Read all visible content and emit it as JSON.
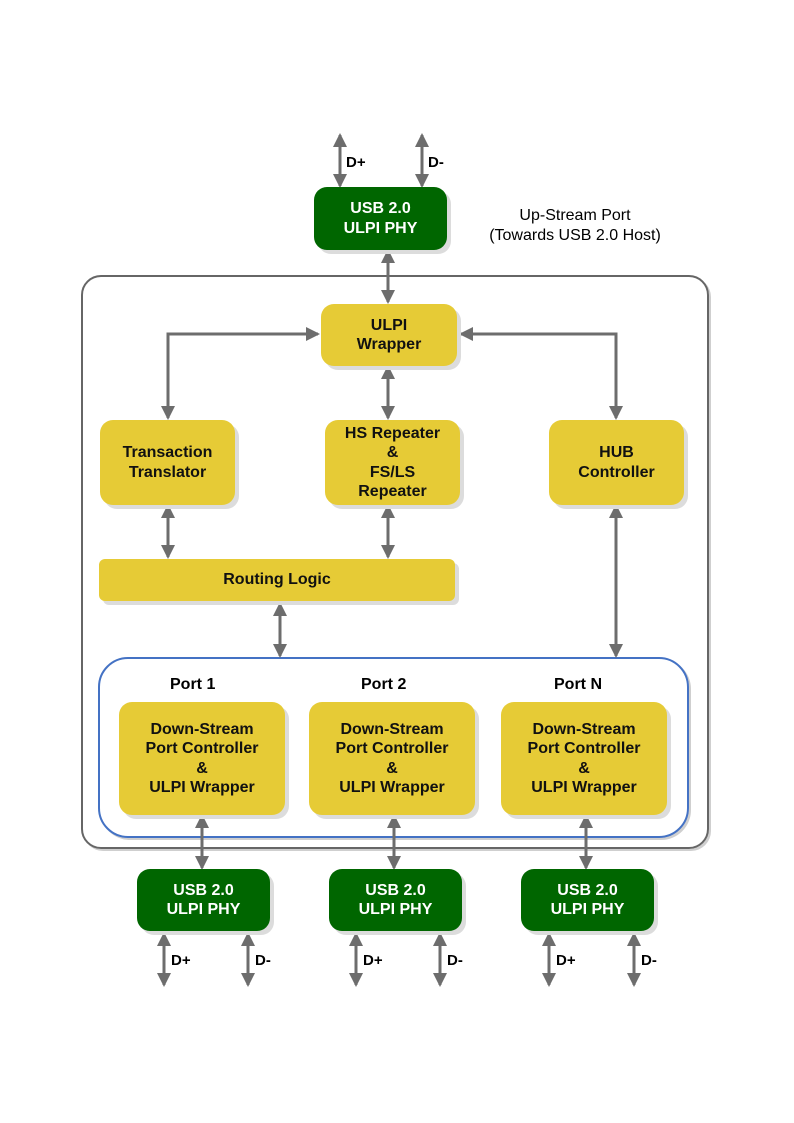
{
  "upstream": {
    "phy": {
      "line1": "USB 2.0",
      "line2": "ULPI PHY"
    },
    "signals": [
      "D+",
      "D-"
    ],
    "caption": {
      "line1": "Up-Stream Port",
      "line2": "(Towards USB 2.0 Host)"
    }
  },
  "hub": {
    "ulpi_wrapper": {
      "line1": "ULPI",
      "line2": "Wrapper"
    },
    "transaction_translator": {
      "line1": "Transaction",
      "line2": "Translator"
    },
    "repeater": {
      "line1": "HS Repeater",
      "line2": "&",
      "line3": "FS/LS",
      "line4": "Repeater"
    },
    "hub_controller": {
      "line1": "HUB",
      "line2": "Controller"
    },
    "routing_logic": "Routing Logic"
  },
  "ports": [
    {
      "name": "Port 1",
      "controller": [
        "Down-Stream",
        "Port Controller",
        "&",
        "ULPI Wrapper"
      ],
      "phy": [
        "USB 2.0",
        "ULPI PHY"
      ],
      "signals": [
        "D+",
        "D-"
      ]
    },
    {
      "name": "Port 2",
      "controller": [
        "Down-Stream",
        "Port Controller",
        "&",
        "ULPI Wrapper"
      ],
      "phy": [
        "USB 2.0",
        "ULPI PHY"
      ],
      "signals": [
        "D+",
        "D-"
      ]
    },
    {
      "name": "Port N",
      "controller": [
        "Down-Stream",
        "Port Controller",
        "&",
        "ULPI Wrapper"
      ],
      "phy": [
        "USB 2.0",
        "ULPI PHY"
      ],
      "signals": [
        "D+",
        "D-"
      ]
    }
  ],
  "colors": {
    "block_yellow": "#e6cb36",
    "phy_green": "#006600",
    "connector_gray": "#6d6d6d",
    "port_group_border": "#4472c4",
    "hub_border": "#666666"
  }
}
